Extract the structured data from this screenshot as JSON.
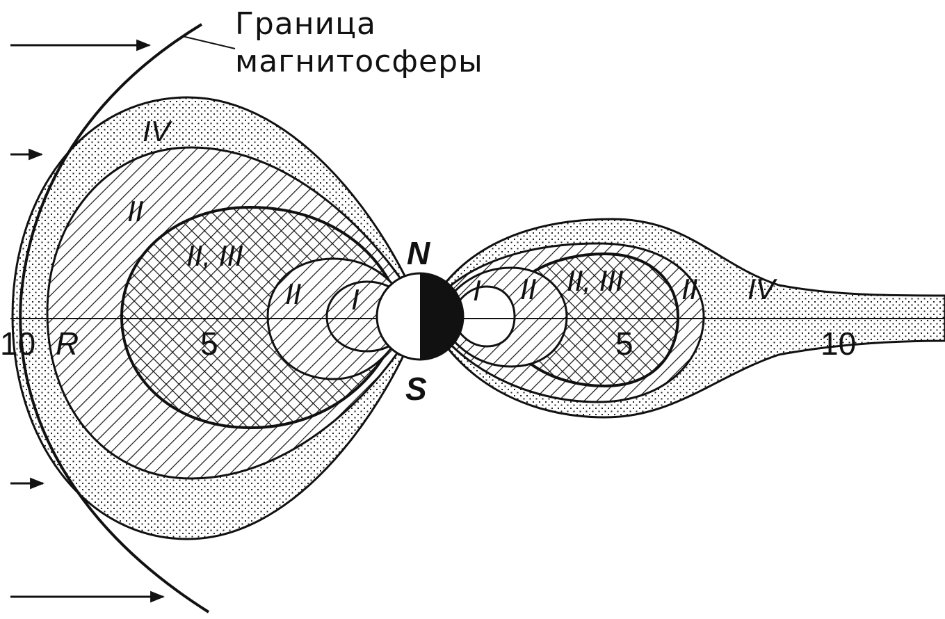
{
  "caption": {
    "line1": "Граница",
    "line2": "магнитосферы"
  },
  "poles": {
    "north": "N",
    "south": "S"
  },
  "axis": {
    "sun_side_distance": "10",
    "sun_side_marker": "R",
    "sun_side_mid": "5",
    "night_side_mid": "5",
    "night_side_distance": "10"
  },
  "zone_labels": {
    "day_outer": "IV",
    "day_hatched": "II",
    "day_crosshatched": "II, III",
    "day_inner": "II",
    "day_near_earth": "I",
    "night_near_earth": "I",
    "night_inner": "II",
    "night_crosshatched": "II, III",
    "night_hatched": "II",
    "night_outer": "IV"
  },
  "colors": {
    "ink": "#111111",
    "paper": "#ffffff"
  }
}
